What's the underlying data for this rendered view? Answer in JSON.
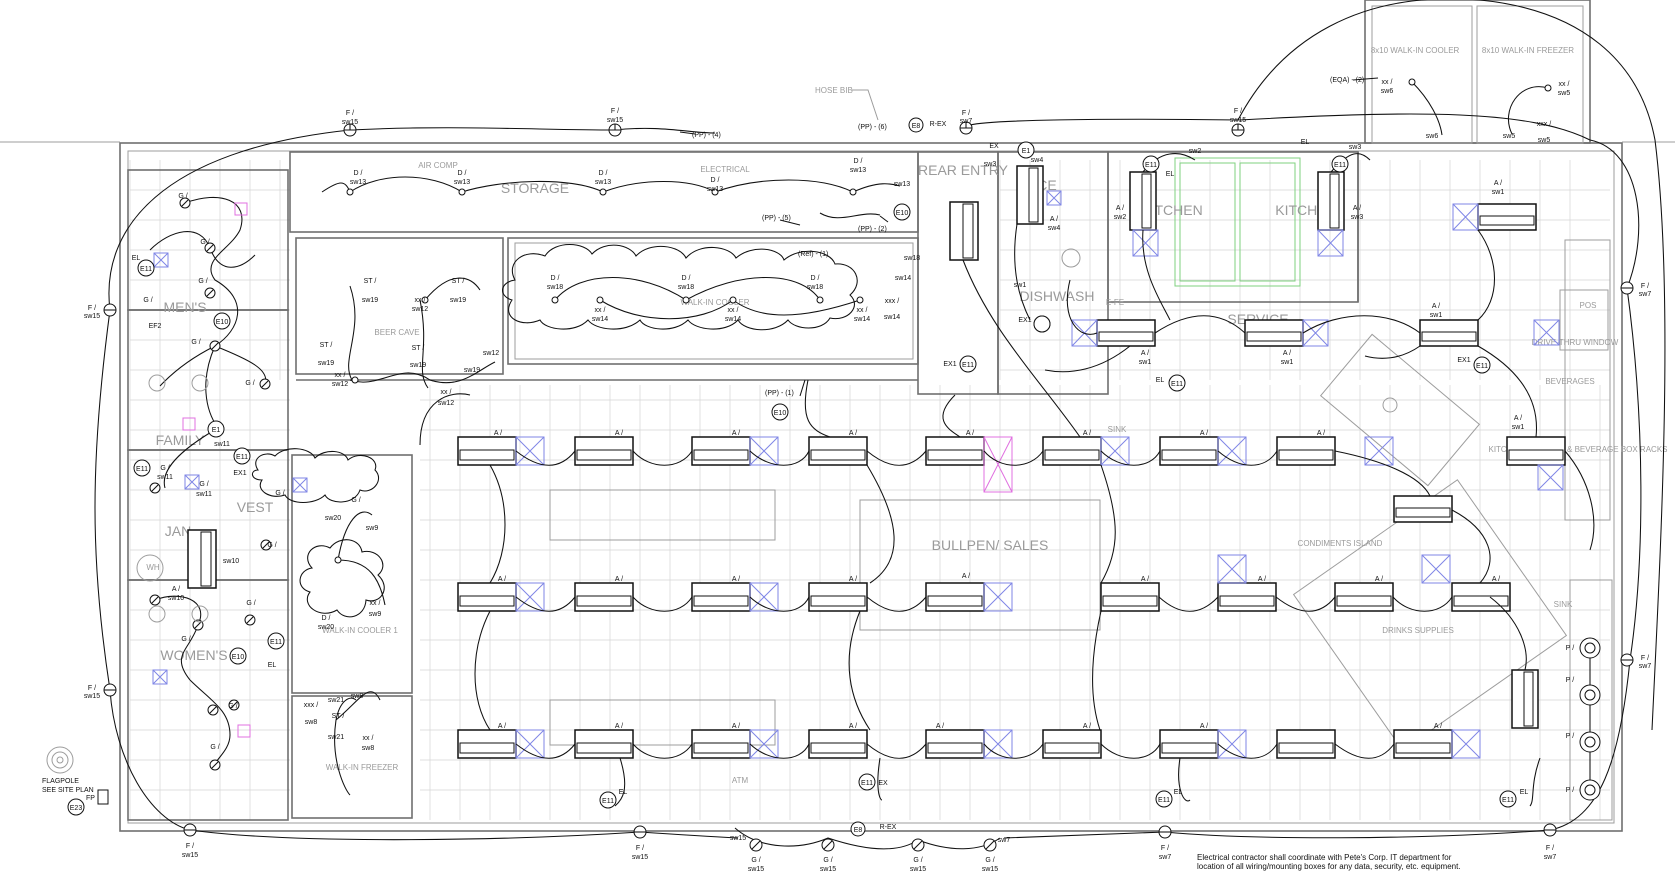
{
  "rooms": {
    "storage": "STORAGE",
    "electrical": "ELECTRICAL",
    "air_comp": "AIR COMP",
    "beer_cave": "BEER CAVE",
    "walk_in_cooler": "WALK-IN COOLER",
    "rear_entry": "REAR ENTRY",
    "ice": "ICE",
    "dishwash": "DISHWASH",
    "kitchen_1": "KITCHEN",
    "kitchen_2": "KITCHEN",
    "service": "SERVICE",
    "pos": "POS",
    "drive_thru_window": "DRIVE-THRU WINDOW",
    "beverages": "BEVERAGES",
    "kitchen_storage": "KITCHEN STORAGE & BEVERAGE BOX RACKS",
    "sink_1": "SINK",
    "sink_2": "SINK",
    "bullpen_sales": "BULLPEN/ SALES",
    "condiments_island": "CONDIMENTS ISLAND",
    "drinks_supplies": "DRINKS SUPPLIES",
    "mens": "MEN'S",
    "family": "FAMILY",
    "vest": "VEST",
    "jan": "JAN",
    "wh": "WH",
    "womens": "WOMEN'S",
    "walk_in_cooler_1": "WALK-IN COOLER 1",
    "walk_in_freezer": "WALK-IN FREEZER",
    "atm": "ATM",
    "walk_in_cooler_8x10": "8x10 WALK-IN COOLER",
    "walk_in_freezer_8x10": "8x10 WALK-IN FREEZER",
    "e_fe": "E-FE"
  },
  "notes": {
    "hose_bib": "HOSE BIB",
    "flagpole": "FLAGPOLE",
    "see_site_plan": "SEE SITE PLAN",
    "fp": "FP",
    "contractor_line1": "Electrical contractor shall coordinate with Pete's Corp. IT department for",
    "contractor_line2": "location of all wiring/mounting boxes for any data, security, etc. equipment."
  },
  "circuits": {
    "pp4": "(PP) - (4)",
    "pp6": "(PP) - (6)",
    "pp5": "(PP) - (5)",
    "pp2": "(PP) - (2)",
    "pp1": "(PP) - (1)",
    "ref1": "(Ref) - (1)",
    "eqa2": "(EQA) - (2)"
  },
  "tags": {
    "e8": "E8",
    "rex": "R-EX",
    "e10": "E10",
    "e11": "E11",
    "e1": "E1",
    "e23": "E23",
    "ex": "EX",
    "ex1": "EX1",
    "el": "EL",
    "ef2": "EF2"
  },
  "fixture_label_a": "A /",
  "switch_labels": {
    "f_sw15": [
      "F /",
      "sw15"
    ],
    "f_sw7": [
      "F /",
      "sw7"
    ],
    "d_sw13": [
      "D /",
      "sw13"
    ],
    "d_sw18": [
      "D /",
      "sw18"
    ],
    "xx_sw14": [
      "xx /",
      "sw14"
    ],
    "xxx_sw14": [
      "xxx /",
      "sw14"
    ],
    "st_sw19": [
      "ST /",
      "sw19"
    ],
    "xx_sw12": [
      "xx /",
      "sw12"
    ],
    "g_sw15": [
      "G /",
      "sw15"
    ],
    "a_sw1": [
      "A /",
      "sw1"
    ],
    "a_sw2": [
      "A /",
      "sw2"
    ],
    "a_sw3": [
      "A /",
      "sw3"
    ],
    "a_sw4": [
      "A /",
      "sw4"
    ],
    "xx_sw6": [
      "xx /",
      "sw6"
    ],
    "xx_sw5": [
      "xx /",
      "sw5"
    ],
    "xxx_sw5": [
      "xxx /",
      "sw5"
    ],
    "d_sw20": [
      "D /",
      "sw20"
    ],
    "xx_sw9": [
      "xx /",
      "sw9"
    ],
    "st_sw21": [
      "ST /",
      "sw21"
    ],
    "xxx_sw8": [
      "xxx /",
      "sw8"
    ],
    "xx_sw8": [
      "xx /",
      "sw8"
    ],
    "a_sw10": [
      "A /",
      "sw10"
    ],
    "g_sw11": [
      "G /",
      "sw11"
    ],
    "p": "P /"
  },
  "sw_marks": {
    "sw1": "sw1",
    "sw2": "sw2",
    "sw3": "sw3",
    "sw4": "sw4",
    "sw5": "sw5",
    "sw6": "sw6",
    "sw8": "sw8",
    "sw9": "sw9",
    "sw10": "sw10",
    "sw11": "sw11",
    "sw12": "sw12",
    "sw13": "sw13",
    "sw14": "sw14",
    "sw18": "sw18",
    "sw19": "sw19",
    "sw20": "sw20",
    "sw21": "sw21",
    "sw15": "sw15",
    "sw7": "sw7",
    "g": "G /"
  },
  "colors": {
    "wall": "#6f6f6f",
    "wire": "#111111",
    "diffuser": "#7f86e6",
    "kitchen_hood": "#7fd07f",
    "accent": "#e070e0"
  }
}
